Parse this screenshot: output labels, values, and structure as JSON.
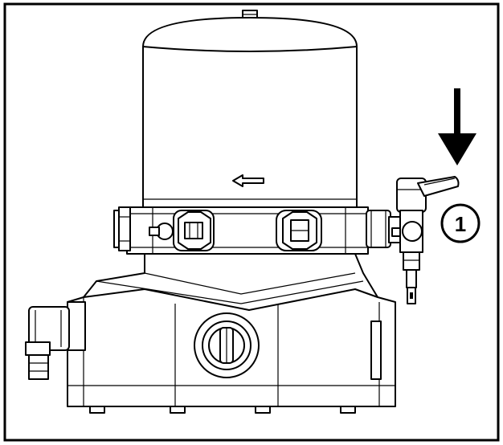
{
  "figure": {
    "callouts": [
      {
        "number": "1",
        "target": "drain-valve-lever"
      }
    ],
    "arrows": [
      {
        "name": "actuation-arrow",
        "direction": "down"
      },
      {
        "name": "reservoir-direction-arrow",
        "direction": "left"
      }
    ],
    "colors": {
      "line": "#000000",
      "background": "#ffffff"
    }
  }
}
